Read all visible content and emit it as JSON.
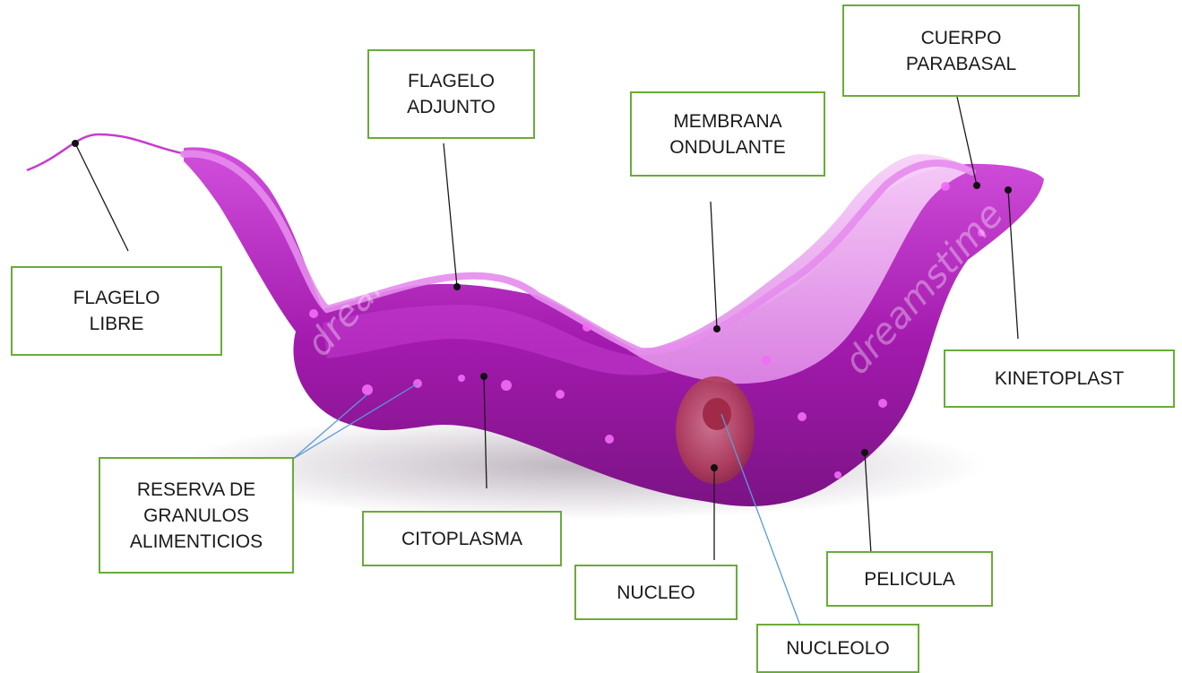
{
  "diagram": {
    "labels": {
      "flagelo_libre": "FLAGELO\nLIBRE",
      "flagelo_adjunto": "FLAGELO\nADJUNTO",
      "membrana_ondulante": "MEMBRANA\nONDULANTE",
      "cuerpo_parabasal": "CUERPO\nPARABASAL",
      "kinetoplast": "KINETOPLAST",
      "reserva": "RESERVA DE\nGRANULOS\nALIMENTICIOS",
      "citoplasma": "CITOPLASMA",
      "nucleo": "NUCLEO",
      "nucleolo": "NUCLEOLO",
      "pelicula": "PELICULA"
    },
    "watermark": "dreamstime",
    "colors": {
      "body_dark": "#9c1fa6",
      "body_mid": "#c02ccb",
      "body_light": "#e27ee9",
      "membrane": "#f0b6f4",
      "nucleus": "#b0405a",
      "box_border": "#6aab3a",
      "pointer_blue": "#5b9bd5"
    }
  }
}
